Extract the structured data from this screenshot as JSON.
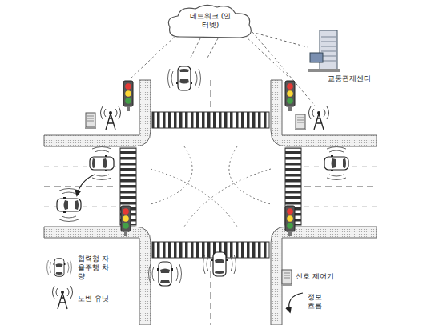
{
  "diagram": {
    "nodes": [
      {
        "text": [
          "네트워크 (인터넷)"
        ]
      },
      {
        "text": [
          "교통관제센터"
        ]
      }
    ],
    "edges": [
      {
        "from": 0,
        "to": 1,
        "arrow": "none"
      }
    ],
    "legend": [
      {
        "text": "협력형 자율주행 차량"
      },
      {
        "text": "노변 유닛"
      },
      {
        "text": "신호 제어기"
      },
      {
        "text": "정보 흐름"
      }
    ]
  }
}
